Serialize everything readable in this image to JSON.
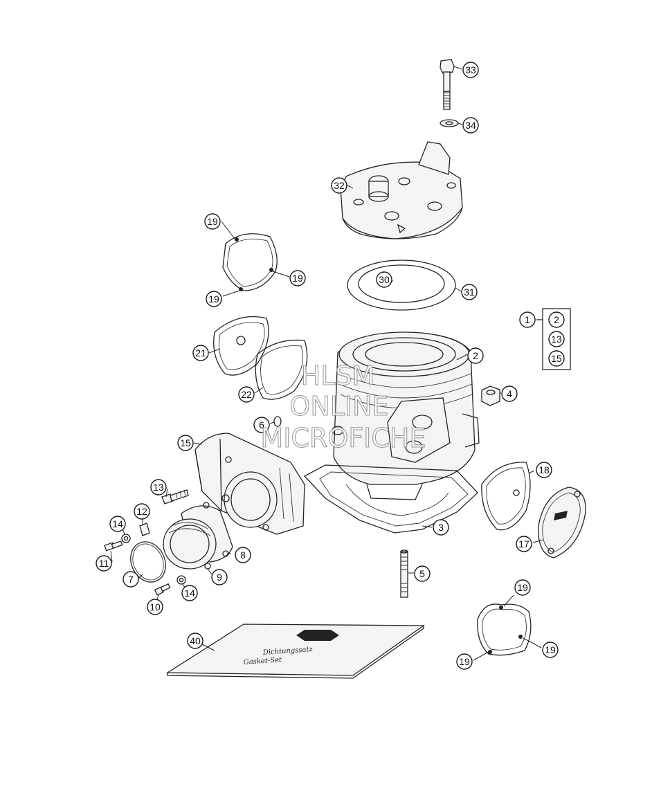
{
  "callouts": [
    {
      "id": "c33",
      "label": "33"
    },
    {
      "id": "c34",
      "label": "34"
    },
    {
      "id": "c32",
      "label": "32"
    },
    {
      "id": "c19a",
      "label": "19"
    },
    {
      "id": "c19b",
      "label": "19"
    },
    {
      "id": "c19c",
      "label": "19"
    },
    {
      "id": "c30",
      "label": "30"
    },
    {
      "id": "c31",
      "label": "31"
    },
    {
      "id": "c1",
      "label": "1"
    },
    {
      "id": "c2k",
      "label": "2"
    },
    {
      "id": "c13k",
      "label": "13"
    },
    {
      "id": "c15k",
      "label": "15"
    },
    {
      "id": "c21",
      "label": "21"
    },
    {
      "id": "c2",
      "label": "2"
    },
    {
      "id": "c22",
      "label": "22"
    },
    {
      "id": "c4",
      "label": "4"
    },
    {
      "id": "c6",
      "label": "6"
    },
    {
      "id": "c15",
      "label": "15"
    },
    {
      "id": "c18",
      "label": "18"
    },
    {
      "id": "c13",
      "label": "13"
    },
    {
      "id": "c12",
      "label": "12"
    },
    {
      "id": "c14a",
      "label": "14"
    },
    {
      "id": "c3",
      "label": "3"
    },
    {
      "id": "c17",
      "label": "17"
    },
    {
      "id": "c8",
      "label": "8"
    },
    {
      "id": "c11",
      "label": "11"
    },
    {
      "id": "c9",
      "label": "9"
    },
    {
      "id": "c7",
      "label": "7"
    },
    {
      "id": "c5",
      "label": "5"
    },
    {
      "id": "c14b",
      "label": "14"
    },
    {
      "id": "c10",
      "label": "10"
    },
    {
      "id": "c19d",
      "label": "19"
    },
    {
      "id": "c40",
      "label": "40"
    },
    {
      "id": "c19e",
      "label": "19"
    },
    {
      "id": "c19f",
      "label": "19"
    }
  ],
  "book": {
    "line1": "Dichtungssatz",
    "line2": "Gasket-Set"
  },
  "watermark": [
    "HLSM",
    "ONLINE",
    "MICROFICHE"
  ]
}
